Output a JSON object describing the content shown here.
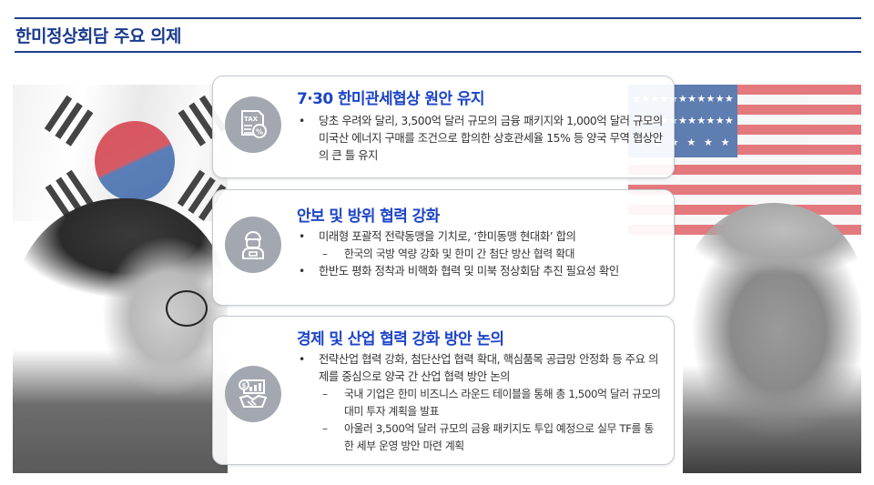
{
  "header": {
    "title": "한미정상회담 주요 의제",
    "accent_color": "#1a3a8c"
  },
  "images": {
    "left": {
      "flag": "korea-flag",
      "person": "korean-leader-photo"
    },
    "right": {
      "flag": "usa-flag",
      "person": "us-leader-photo"
    }
  },
  "cards": [
    {
      "icon": "tax-document-icon",
      "title": "7·30 한미관세협상 원안 유지",
      "items": [
        {
          "type": "bullet",
          "marker": "•",
          "text": "당초 우려와 달리, 3,500억 달러 규모의 금융 패키지와 1,000억 달러 규모의 미국산 에너지 구매를 조건으로 합의한 상호관세율 15% 등 양국 무역 협상안의 큰 틀 유지"
        }
      ]
    },
    {
      "icon": "soldier-icon",
      "title": "안보 및 방위 협력 강화",
      "items": [
        {
          "type": "bullet",
          "marker": "•",
          "text": "미래형 포괄적 전략동맹을 기치로, ‘한미동맹 현대화’ 합의"
        },
        {
          "type": "dash",
          "marker": "–",
          "text": "한국의 국방 역량 강화 및 한미 간 첨단 방산 협력 확대"
        },
        {
          "type": "bullet",
          "marker": "•",
          "text": "한반도 평화 정착과 비핵화 협력 및 미북 정상회담 추진 필요성 확인"
        }
      ]
    },
    {
      "icon": "business-handshake-icon",
      "title": "경제 및 산업 협력 강화 방안 논의",
      "items": [
        {
          "type": "bullet",
          "marker": "•",
          "text": "전략산업 협력 강화, 첨단산업 협력 확대, 핵심품목 공급망 안정화 등 주요 의제를 중심으로 양국 간 산업 협력 방안 논의"
        },
        {
          "type": "dash",
          "marker": "–",
          "text": "국내 기업은 한미 비즈니스 라운드 테이블을 통해 총 1,500억 달러 규모의 대미 투자 계획을 발표"
        },
        {
          "type": "dash",
          "marker": "–",
          "text": "아울러 3,500억 달러 규모의 금융 패키지도 투입 예정으로 실무 TF를 통한 세부 운영 방안 마련 계획"
        }
      ]
    }
  ],
  "colors": {
    "card_title": "#1c44c8",
    "icon_bg": "#a3a8b0",
    "rule": "#1f3f8f"
  }
}
